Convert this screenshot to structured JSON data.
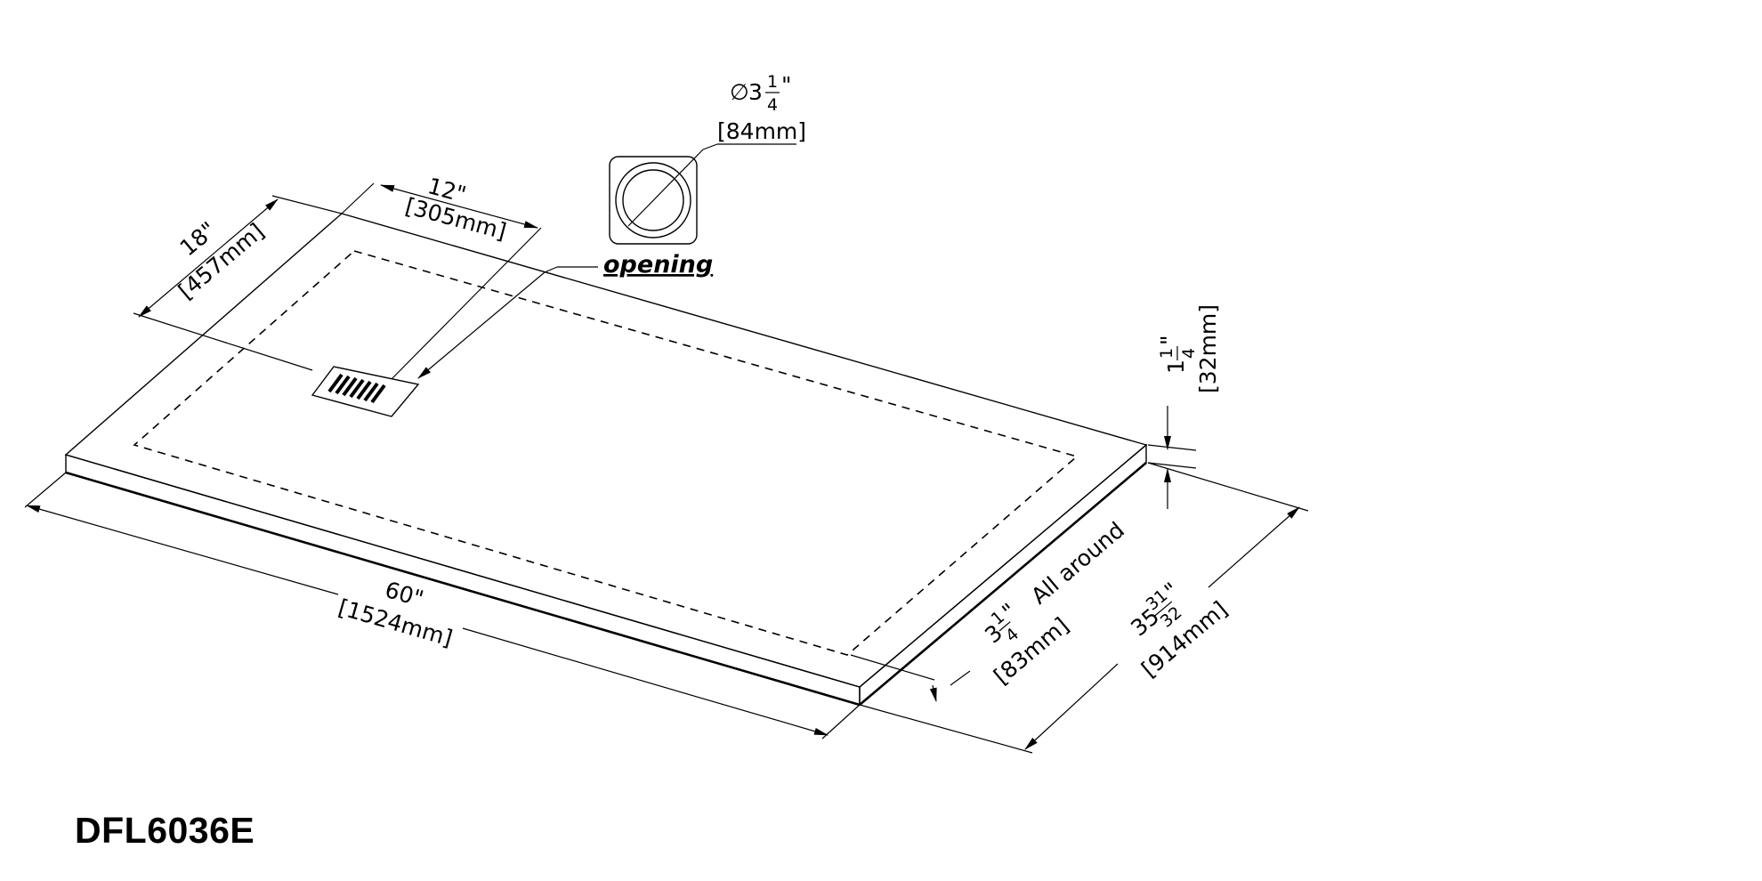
{
  "model_code": "DFL6036E",
  "callouts": {
    "opening_label": "opening"
  },
  "dimensions": {
    "drain_diameter": {
      "symbol": "∅",
      "whole": "3",
      "num": "1",
      "den": "4",
      "inch": "\"",
      "metric": "[84mm]"
    },
    "drain_offset_width": {
      "imperial": "12\"",
      "metric": "[305mm]"
    },
    "drain_offset_depth": {
      "imperial": "18\"",
      "metric": "[457mm]"
    },
    "length": {
      "imperial": "60\"",
      "metric": "[1524mm]"
    },
    "thickness": {
      "whole": "1",
      "num": "1",
      "den": "4",
      "inch": "\"",
      "metric": "[32mm]"
    },
    "border": {
      "whole": "3",
      "num": "1",
      "den": "4",
      "inch": "\"",
      "metric": "[83mm]",
      "note": "All around"
    },
    "width": {
      "whole": "35",
      "num": "31",
      "den": "32",
      "inch": "\"",
      "metric": "[914mm]"
    }
  }
}
